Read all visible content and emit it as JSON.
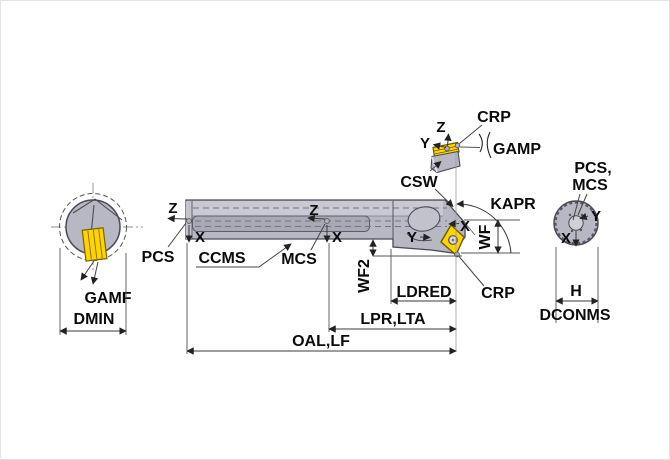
{
  "diagram": {
    "axes": {
      "x": "X",
      "y": "Y",
      "z": "Z"
    },
    "left_view": {
      "pcs": "PCS",
      "gamf": "GAMF",
      "dmin": "DMIN"
    },
    "side_view": {
      "ccms": "CCMS",
      "mcs": "MCS",
      "wf2": "WF2",
      "ldred": "LDRED",
      "lpr_lta": "LPR,LTA",
      "oal_lf": "OAL,LF"
    },
    "detail_view": {
      "csw": "CSW",
      "crp": "CRP",
      "gamp": "GAMP"
    },
    "head_view": {
      "kapr": "KAPR",
      "wf": "WF",
      "crp": "CRP"
    },
    "right_view": {
      "pcs_line": "PCS,",
      "mcs_line": "MCS",
      "h": "H",
      "dconms": "DCONMS"
    },
    "colors": {
      "body_gray": "#b8b8c4",
      "body_light": "#c9c9d4",
      "slot_gray": "#a9a9b5",
      "insert_yellow": "#ffd400",
      "outline": "#4a4a55",
      "dimension": "#333333",
      "background": "#ffffff"
    }
  }
}
